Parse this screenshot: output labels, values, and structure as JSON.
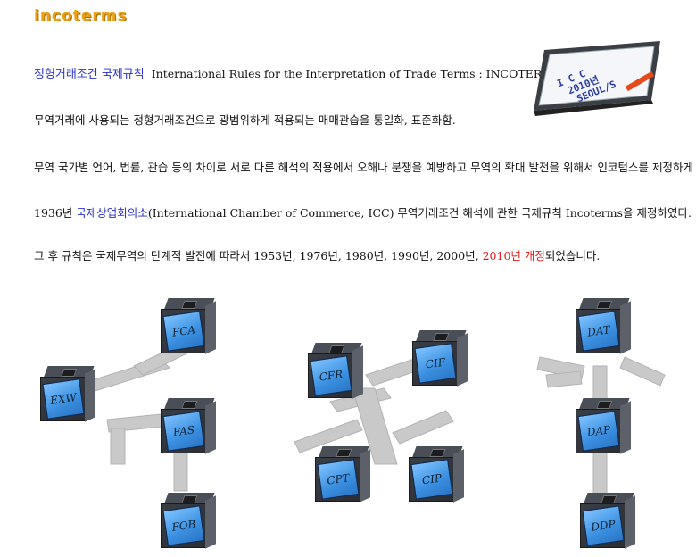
{
  "logo": "incoterms",
  "lines": {
    "l1_term": "정형거래조건 국제규칙",
    "l1_rest": "International Rules for the Interpretation of Trade Terms : INCOTERMS",
    "l2": "무역거래에 사용되는 정형거래조건으로 광범위하게 적용되는 매매관습을 통일화, 표준화함.",
    "l3": "무역 국가별 언어, 법률, 관습 등의 차이로 서로 다른 해석의 적용에서 오해나 분쟁을 예방하고 무역의 확대 발전을 위해서 인코텀스를 제정하게 되었다.",
    "l4_a": "1936년 ",
    "l4_link": "국제상업회의소",
    "l4_b": "(International Chamber of Commerce, ICC) 무역거래조건 해석에 관한 국제규칙 Incoterms을 제정하였다.",
    "l5_a": "그 후 규칙은 국제무역의 단계적 발전에 따라서 1953년, 1976년, 1980년, 1990년, 2000년, ",
    "l5_red": "2010년 개정",
    "l5_b": "되었습니다."
  },
  "board": {
    "line1": "I C C",
    "line2": "2010년",
    "line3": "SEOUL/S"
  },
  "terms": {
    "exw": "EXW",
    "fca": "FCA",
    "fas": "FAS",
    "fob": "FOB",
    "cfr": "CFR",
    "cif": "CIF",
    "cpt": "CPT",
    "cip": "CIP",
    "dat": "DAT",
    "dap": "DAP",
    "ddp": "DDP"
  },
  "colors": {
    "logo": "#e8a21a",
    "link": "#2a32c8",
    "highlight": "#e01616",
    "screen": "#4fa3ef"
  }
}
